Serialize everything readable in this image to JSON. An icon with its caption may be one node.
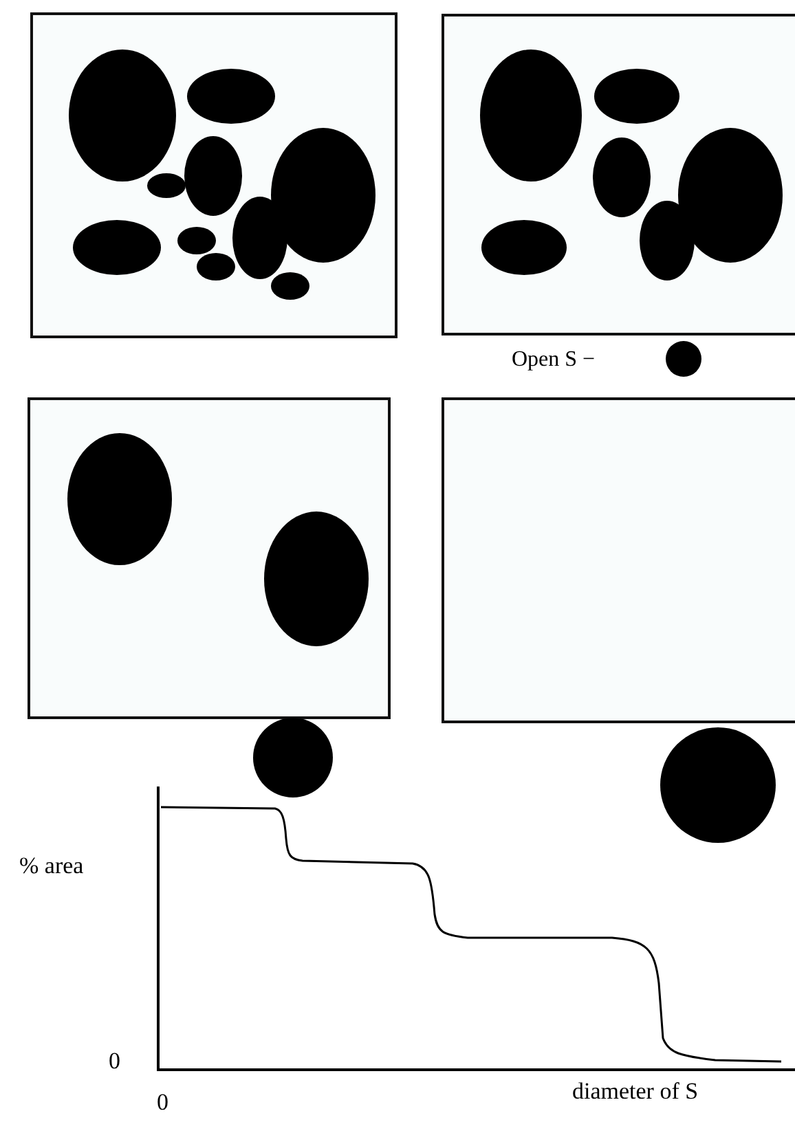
{
  "diagram": {
    "labels": [
      "Open S −",
      "% area",
      "0",
      "0",
      "diameter of S"
    ]
  }
}
